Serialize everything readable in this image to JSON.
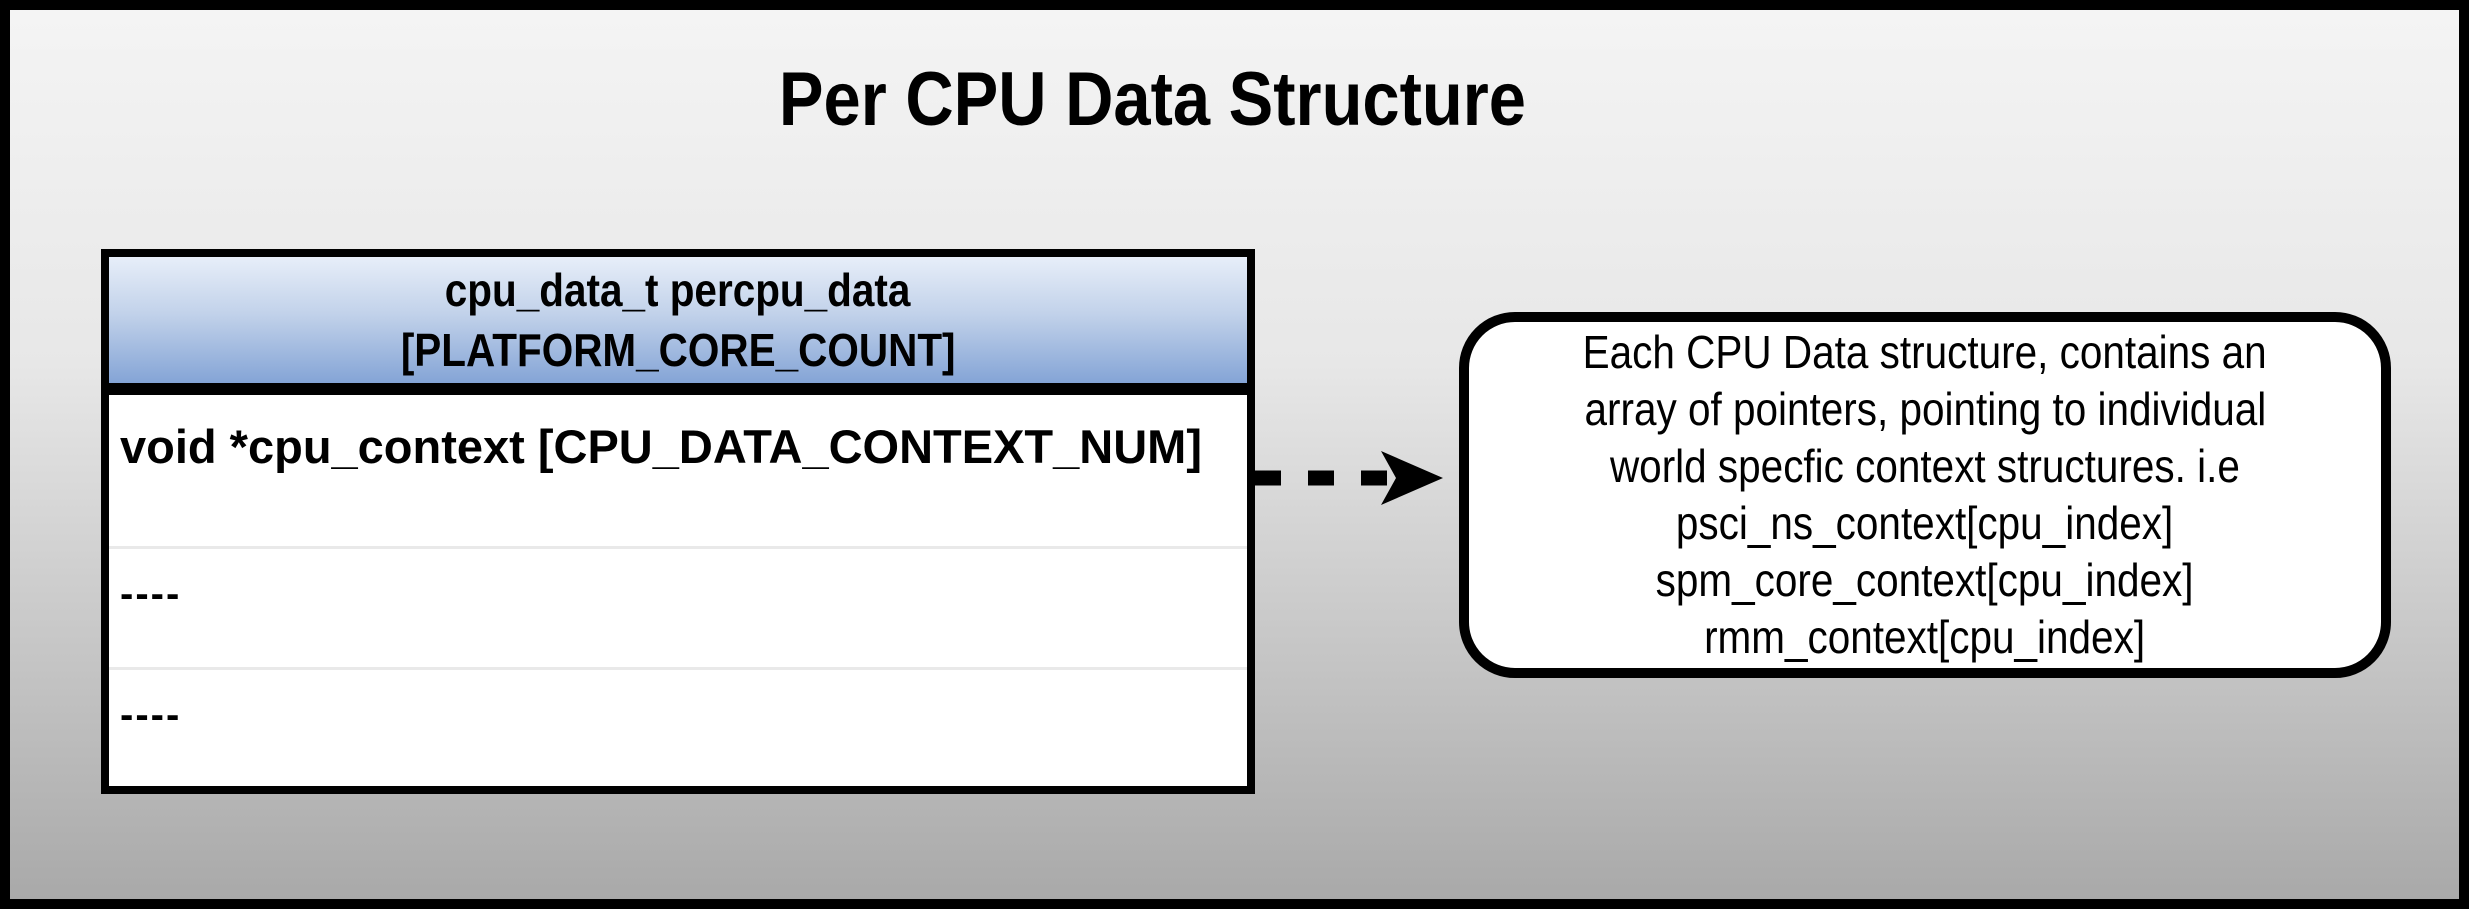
{
  "title": "Per CPU Data Structure",
  "table": {
    "header": {
      "line1": "cpu_data_t percpu_data",
      "line2": "[PLATFORM_CORE_COUNT]"
    },
    "rows": [
      {
        "label": "void *cpu_context [CPU_DATA_CONTEXT_NUM]"
      },
      {
        "label": "----"
      },
      {
        "label": "----"
      }
    ]
  },
  "connector": {
    "style": "dashed",
    "direction": "right",
    "from": "cpu-data-table",
    "to": "callout-box"
  },
  "callout": {
    "lines": [
      "Each CPU Data structure, contains an",
      "array of pointers, pointing to individual",
      "world specfic context structures. i.e",
      "psci_ns_context[cpu_index]",
      "spm_core_context[cpu_index]",
      "rmm_context[cpu_index]"
    ]
  },
  "colors": {
    "frame": "#000000",
    "bg-top": "#f4f4f4",
    "bg-bottom": "#a9a9a9",
    "hdr-top": "#e7eef9",
    "hdr-bottom": "#84a4d6"
  }
}
